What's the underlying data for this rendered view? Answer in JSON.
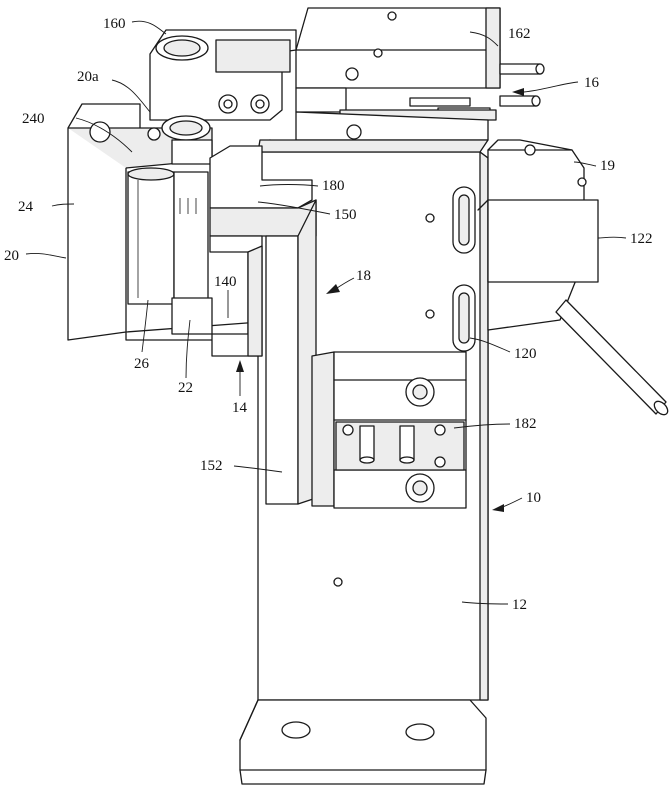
{
  "labels": {
    "l160": "160",
    "l162": "162",
    "l20a": "20a",
    "l16": "16",
    "l240": "240",
    "l19": "19",
    "l180": "180",
    "l24": "24",
    "l150": "150",
    "l122": "122",
    "l20": "20",
    "l18": "18",
    "l140": "140",
    "l120": "120",
    "l26": "26",
    "l22": "22",
    "l14": "14",
    "l182": "182",
    "l152": "152",
    "l10": "10",
    "l12": "12"
  },
  "colors": {
    "line": "#1a1a1a",
    "shade": "#ededed",
    "dark_shade": "#cfcfcf",
    "background": "#ffffff"
  }
}
